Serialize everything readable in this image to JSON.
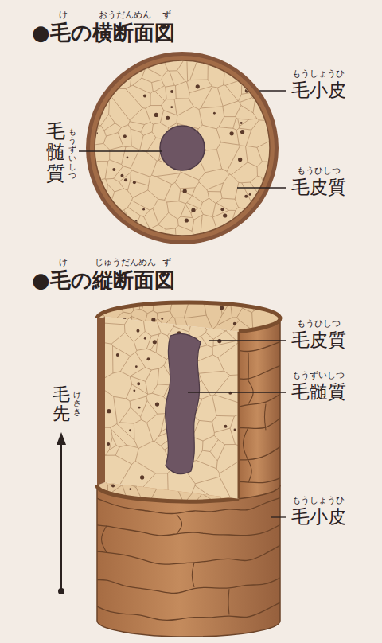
{
  "diagram": {
    "labels": [
      "け",
      "おうだんめん",
      "ず",
      "●毛の横断面図",
      "もうしょうひ",
      "毛小皮",
      "もうずいしつ",
      "毛髄質",
      "もうひしつ",
      "毛皮質",
      "け",
      "じゅうだんめん",
      "ず",
      "●毛の縦断面図",
      "もうひしつ",
      "毛皮質",
      "もうずいしつ",
      "毛髄質",
      "けさき",
      "毛先",
      "もうしょうひ",
      "毛小皮"
    ]
  }
}
